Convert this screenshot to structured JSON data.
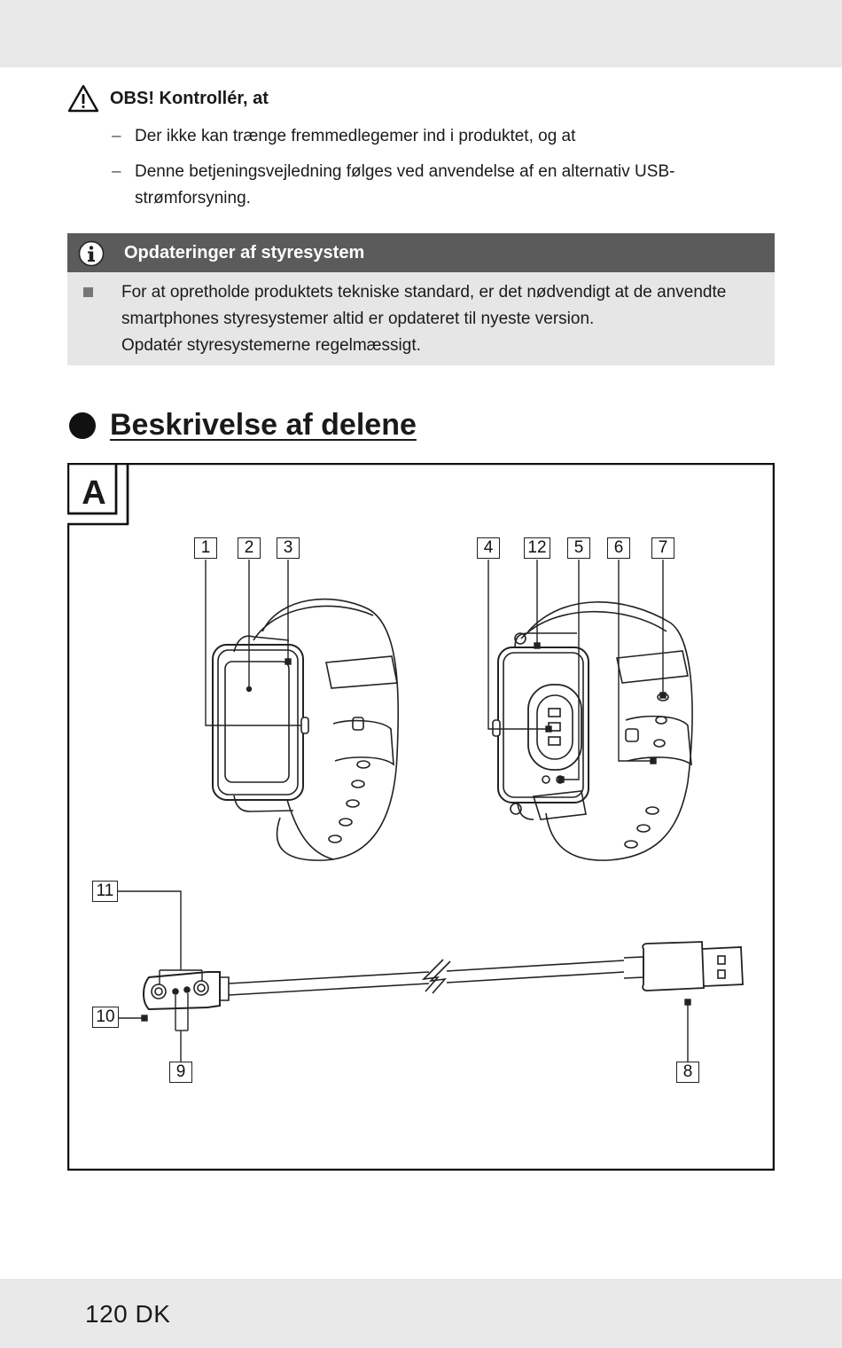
{
  "warning": {
    "title": "OBS! Kontrollér, at",
    "items": [
      "Der ikke kan trænge fremmedlegemer ind i produktet, og at",
      "Denne betjeningsvejledning følges ved anvendelse af en alternativ USB-strømforsyning."
    ],
    "bullet_symbol": "–"
  },
  "info": {
    "title": "Opdateringer af styresystem",
    "body_line_1": "For at opretholde produktets tekniske standard, er det nødvendigt at de anvendte smartphones styresystemer altid er opdateret til nyeste version.",
    "body_line_2": "Opdatér styresystemerne regelmæssigt."
  },
  "section": {
    "title": "Beskrivelse af delene"
  },
  "figure": {
    "label": "A",
    "callouts": {
      "c1": "1",
      "c2": "2",
      "c3": "3",
      "c4": "4",
      "c12": "12",
      "c5": "5",
      "c6": "6",
      "c7": "7",
      "c11": "11",
      "c10": "10",
      "c9": "9",
      "c8": "8"
    }
  },
  "footer": {
    "page": "120 DK"
  },
  "colors": {
    "band": "#e9e9e9",
    "info_header": "#5b5b5b",
    "info_body": "#e6e6e6"
  }
}
